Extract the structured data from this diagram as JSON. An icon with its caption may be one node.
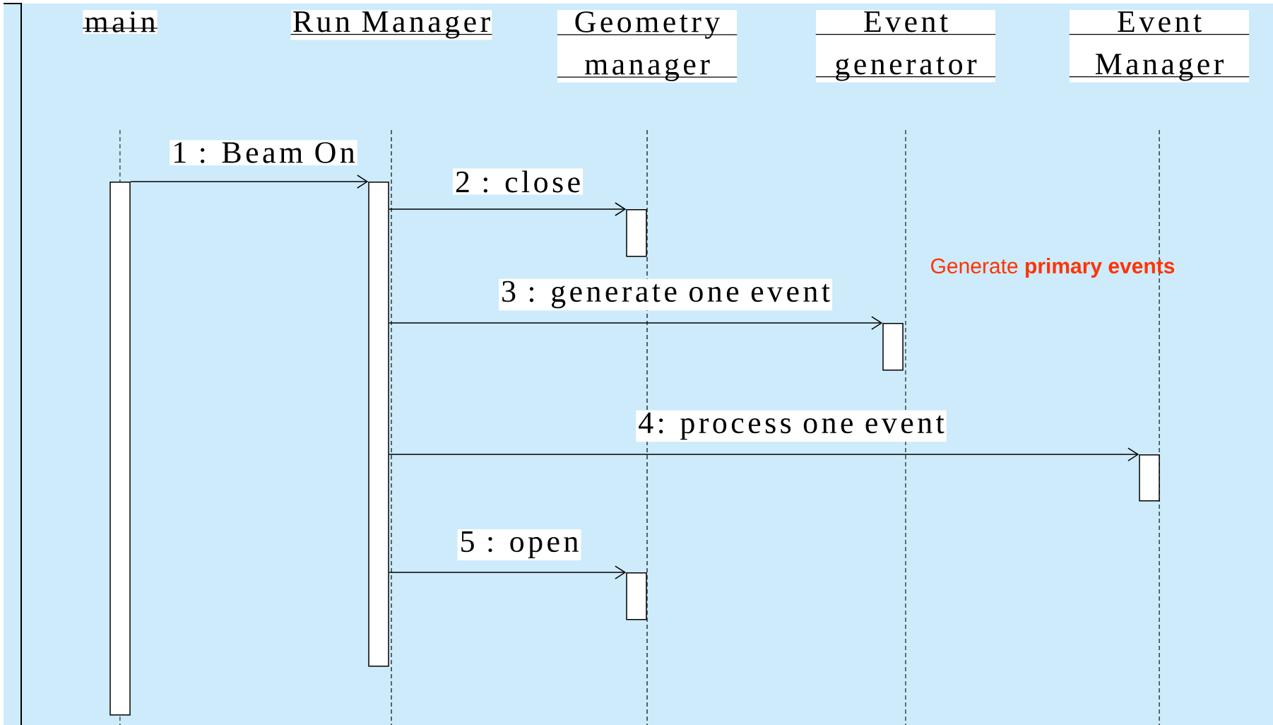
{
  "diagram": {
    "nodes": [
      {
        "text": [
          "main"
        ]
      },
      {
        "text": [
          "Run Manager"
        ]
      },
      {
        "text": [
          "Geometry manager"
        ]
      },
      {
        "text": [
          "Event generator"
        ]
      },
      {
        "text": [
          "Event Manager"
        ]
      },
      {
        "text": [],
        "shape": "bar"
      },
      {
        "text": [],
        "shape": "bar"
      },
      {
        "text": [],
        "shape": "bar"
      },
      {
        "text": [],
        "shape": "bar"
      },
      {
        "text": [],
        "shape": "bar"
      },
      {
        "text": [],
        "shape": "bar"
      }
    ],
    "edges": [
      {
        "from": 5,
        "to": 6,
        "arrow": "to",
        "label": "1 : Beam On"
      },
      {
        "from": 6,
        "to": 7,
        "arrow": "to",
        "label": "2 : close"
      },
      {
        "from": 6,
        "to": 8,
        "arrow": "to",
        "label": "3 : generate one event"
      },
      {
        "from": 6,
        "to": 9,
        "arrow": "to",
        "label": "4: process one event"
      },
      {
        "from": 6,
        "to": 10,
        "arrow": "to",
        "label": "5 : open"
      }
    ],
    "labels": [
      "Generate **primary events**"
    ]
  }
}
